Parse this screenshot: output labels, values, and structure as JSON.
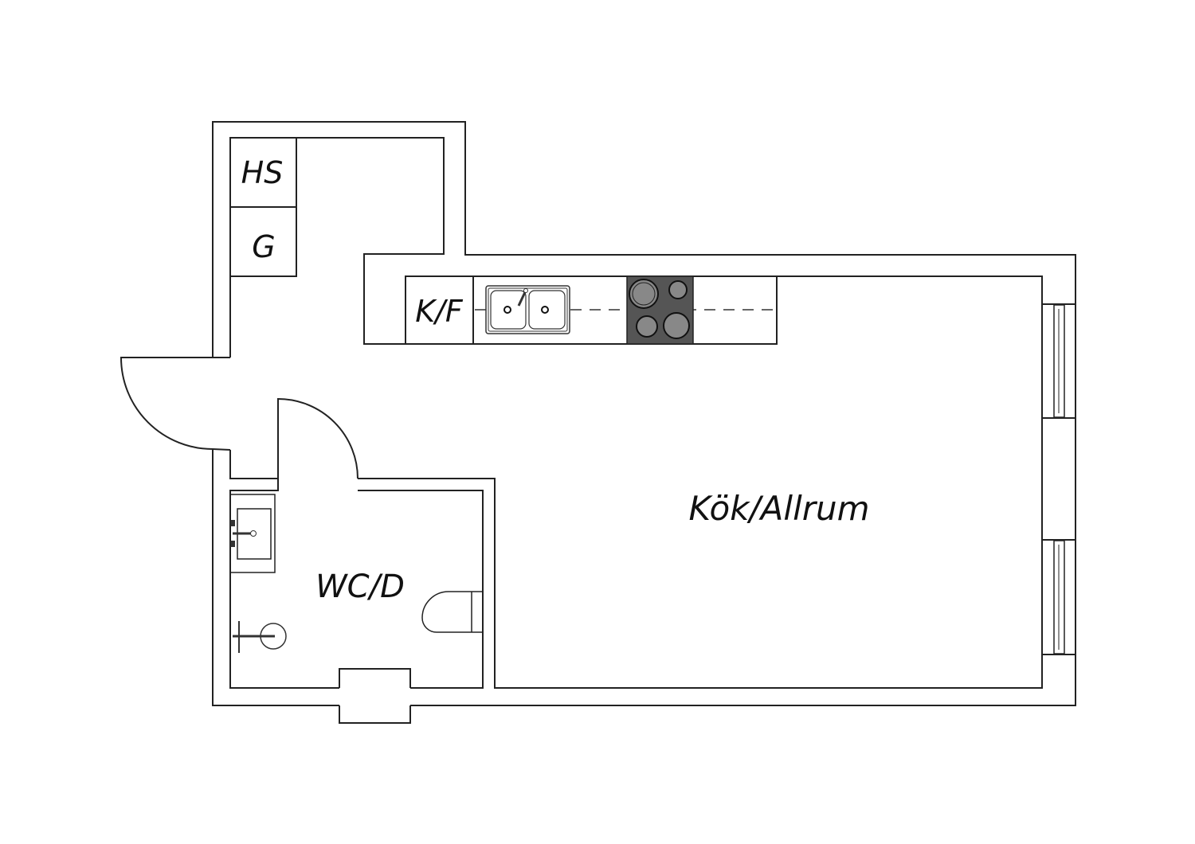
{
  "rooms": {
    "main": "Kök/Allrum",
    "bathroom": "WC/D",
    "wardrobe": "HS",
    "closet": "G",
    "fridge": "K/F"
  },
  "colors": {
    "line": "#222222",
    "stove": "#555555",
    "burner": "#888888"
  }
}
